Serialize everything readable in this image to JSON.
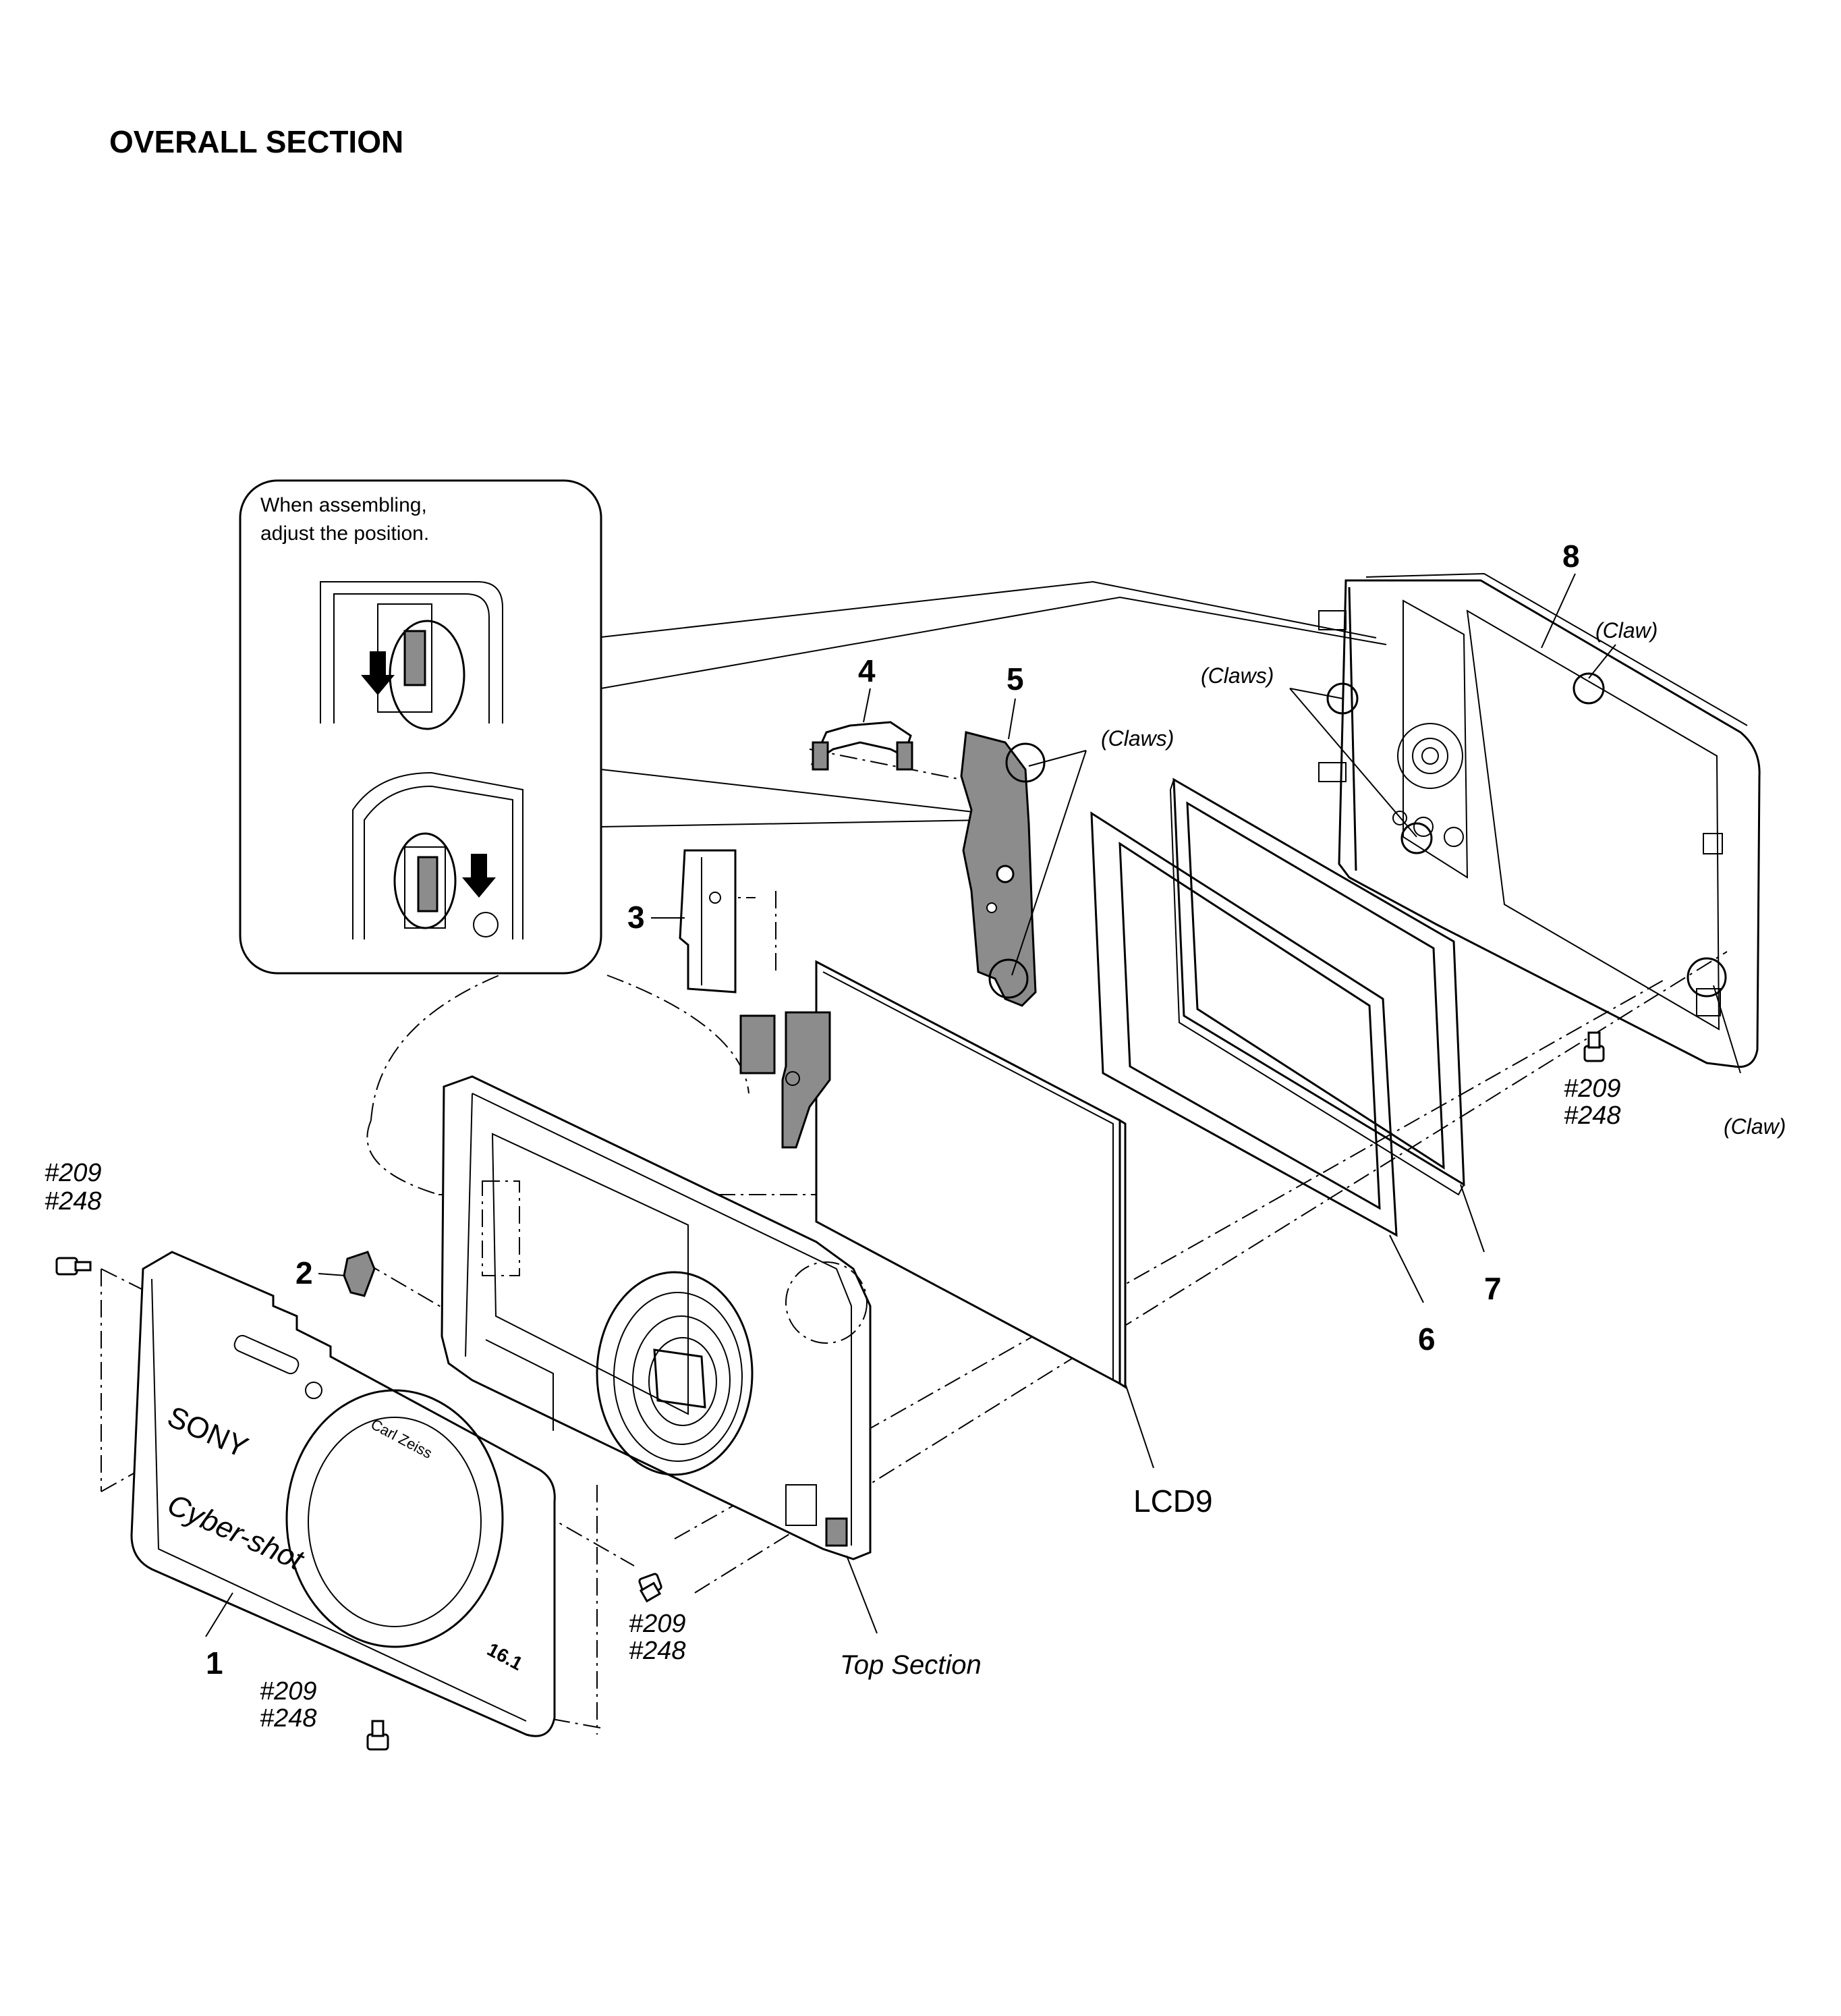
{
  "title": "OVERALL SECTION",
  "inset_note": {
    "line1": "When assembling,",
    "line2": "adjust the position."
  },
  "part_labels": {
    "p1": "1",
    "p2": "2",
    "p3": "3",
    "p4": "4",
    "p5": "5",
    "p6": "6",
    "p7": "7",
    "p8": "8",
    "lcd": "LCD9",
    "top_section": "Top Section"
  },
  "screw_labels": {
    "a": [
      "#209",
      "#248"
    ],
    "b": [
      "#209",
      "#248"
    ],
    "c": [
      "#209",
      "#248"
    ],
    "d": [
      "#209",
      "#248"
    ]
  },
  "claw_labels": {
    "claws_center": "(Claws)",
    "claws_right": "(Claws)",
    "claw_top": "(Claw)",
    "claw_bottom": "(Claw)"
  },
  "printed_marks": {
    "brand": "SONY",
    "model": "Cyber-shot",
    "lens": "Carl Zeiss",
    "megapixels": "16.1"
  }
}
